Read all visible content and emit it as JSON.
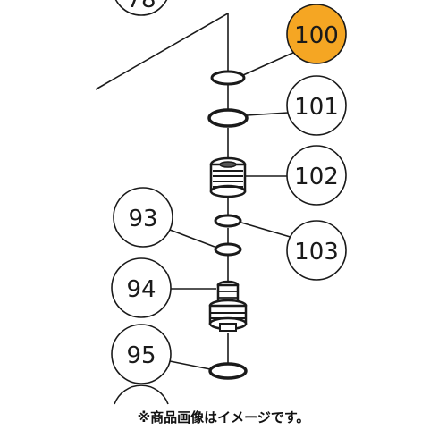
{
  "diagram": {
    "callouts": {
      "c78": "78",
      "c100": "100",
      "c101": "101",
      "c102": "102",
      "c103": "103",
      "c93": "93",
      "c94": "94",
      "c95": "95"
    },
    "highlight_color": "#F5A623",
    "stroke_color": "#1a1a1a"
  },
  "footer": {
    "note": "※商品画像はイメージです。"
  }
}
